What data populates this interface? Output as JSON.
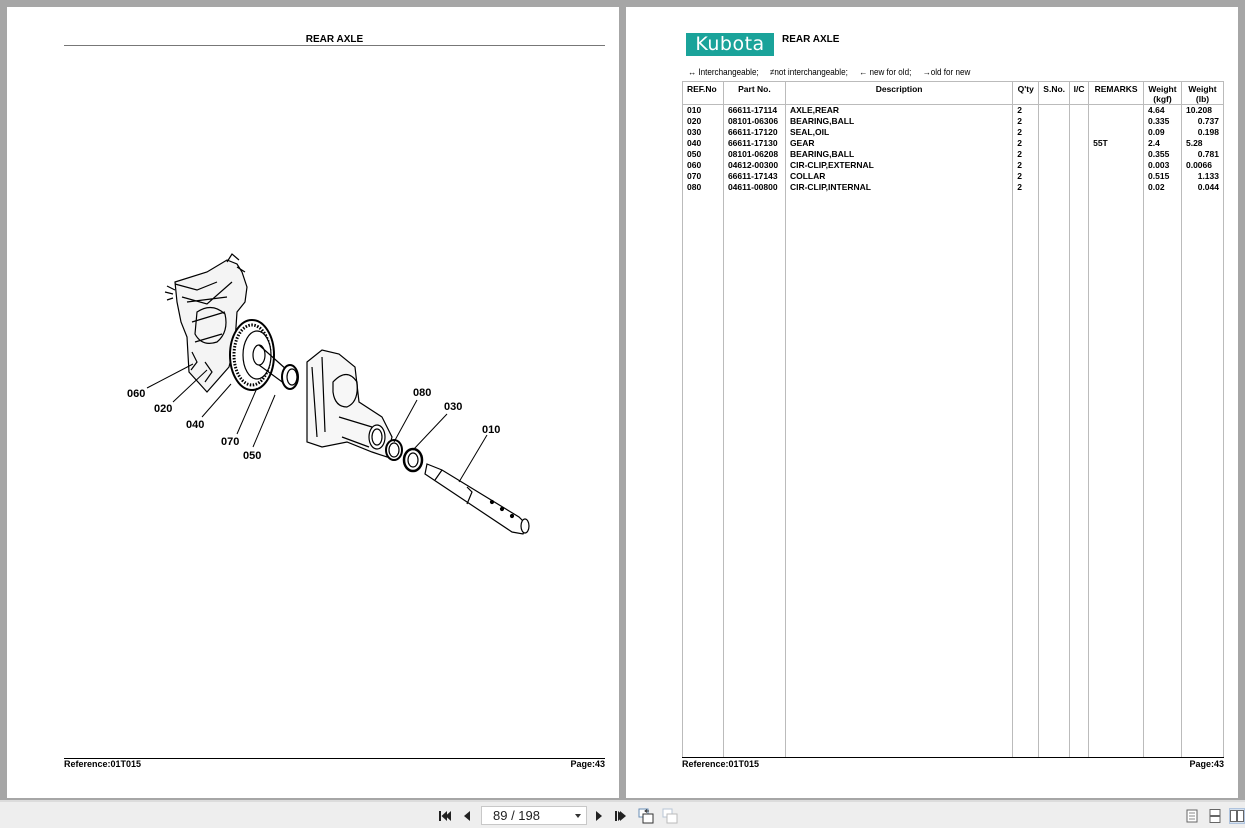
{
  "left_page": {
    "title": "REAR AXLE",
    "footer_reference": "Reference:01T015",
    "footer_page": "Page:43",
    "diagram_callouts": [
      "060",
      "020",
      "040",
      "070",
      "050",
      "080",
      "030",
      "010"
    ]
  },
  "right_page": {
    "logo_text": "Kubota",
    "title": "REAR AXLE",
    "legend": [
      "↔ Interchangeable;",
      "≠not interchangeable;",
      "← new for old;",
      "→old for new"
    ],
    "columns": {
      "ref": "REF.No",
      "part": "Part No.",
      "desc": "Description",
      "qty": "Q'ty",
      "sno": "S.No.",
      "ic": "I/C",
      "remarks": "REMARKS",
      "kgf_1": "Weight",
      "kgf_2": "(kgf)",
      "lb_1": "Weight",
      "lb_2": "(lb)"
    },
    "rows": [
      {
        "ref": "010",
        "part": "66611-17114",
        "desc": "AXLE,REAR",
        "qty": "2",
        "sno": "",
        "ic": "",
        "remarks": "",
        "kgf": "4.64",
        "lb": "10.208"
      },
      {
        "ref": "020",
        "part": "08101-06306",
        "desc": "BEARING,BALL",
        "qty": "2",
        "sno": "",
        "ic": "",
        "remarks": "",
        "kgf": "0.335",
        "lb": "0.737"
      },
      {
        "ref": "030",
        "part": "66611-17120",
        "desc": "SEAL,OIL",
        "qty": "2",
        "sno": "",
        "ic": "",
        "remarks": "",
        "kgf": "0.09",
        "lb": "0.198"
      },
      {
        "ref": "040",
        "part": "66611-17130",
        "desc": "GEAR",
        "qty": "2",
        "sno": "",
        "ic": "",
        "remarks": "55T",
        "kgf": "2.4",
        "lb": "5.28"
      },
      {
        "ref": "050",
        "part": "08101-06208",
        "desc": "BEARING,BALL",
        "qty": "2",
        "sno": "",
        "ic": "",
        "remarks": "",
        "kgf": "0.355",
        "lb": "0.781"
      },
      {
        "ref": "060",
        "part": "04612-00300",
        "desc": "CIR-CLIP,EXTERNAL",
        "qty": "2",
        "sno": "",
        "ic": "",
        "remarks": "",
        "kgf": "0.003",
        "lb": "0.0066"
      },
      {
        "ref": "070",
        "part": "66611-17143",
        "desc": "COLLAR",
        "qty": "2",
        "sno": "",
        "ic": "",
        "remarks": "",
        "kgf": "0.515",
        "lb": "1.133"
      },
      {
        "ref": "080",
        "part": "04611-00800",
        "desc": "CIR-CLIP,INTERNAL",
        "qty": "2",
        "sno": "",
        "ic": "",
        "remarks": "",
        "kgf": "0.02",
        "lb": "0.044"
      }
    ],
    "footer_reference": "Reference:01T015",
    "footer_page": "Page:43"
  },
  "toolbar": {
    "page_indicator": "89 / 198",
    "icons": [
      "first-page-icon",
      "prev-page-icon",
      "next-page-icon",
      "last-page-icon",
      "prev-view-icon",
      "next-view-icon",
      "single-page-icon",
      "continuous-icon",
      "two-page-icon"
    ]
  }
}
